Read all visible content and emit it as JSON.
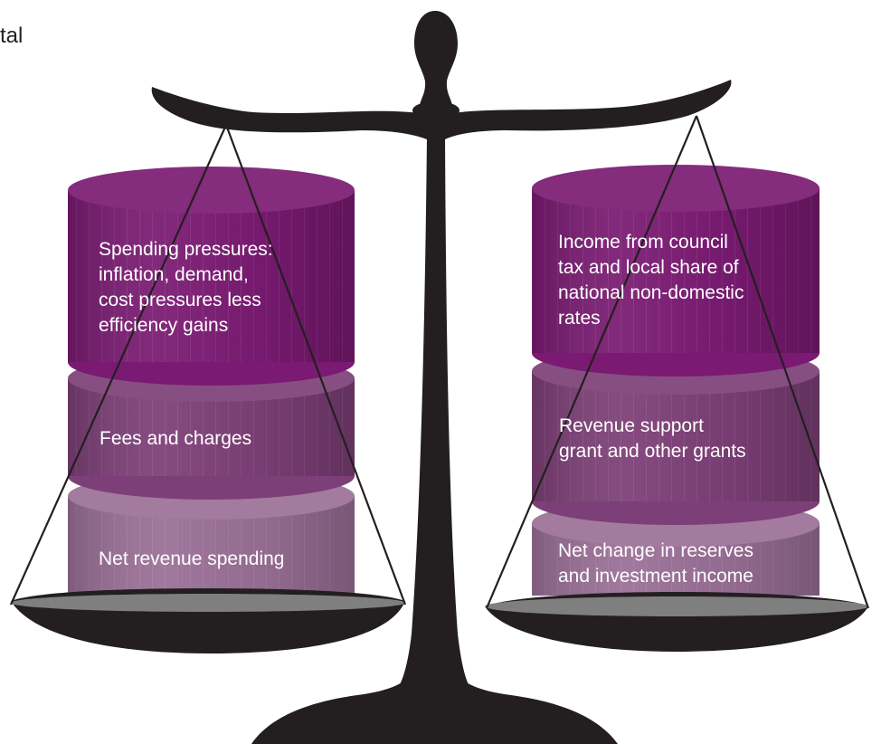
{
  "corner_text": "tal",
  "left_pan": {
    "top_block": {
      "label_lines": [
        "Spending pressures:",
        "inflation, demand,",
        "cost pressures less",
        "efficiency gains"
      ],
      "color": "#7a1a72"
    },
    "middle_block": {
      "label_lines": [
        "Fees and charges"
      ],
      "color": "#7d3f77"
    },
    "bottom_block": {
      "label_lines": [
        "Net revenue spending"
      ],
      "color": "#9a6f97"
    }
  },
  "right_pan": {
    "top_block": {
      "label_lines": [
        "Income from council",
        "tax and local share of",
        "national non-domestic",
        "rates"
      ],
      "color": "#7a1a72"
    },
    "middle_block": {
      "label_lines": [
        "Revenue support",
        "grant and other grants"
      ],
      "color": "#7d3f77"
    },
    "bottom_block": {
      "label_lines": [
        "Net change in reserves",
        "and investment income"
      ],
      "color": "#9a6f97"
    }
  },
  "scale_color": "#231f20"
}
